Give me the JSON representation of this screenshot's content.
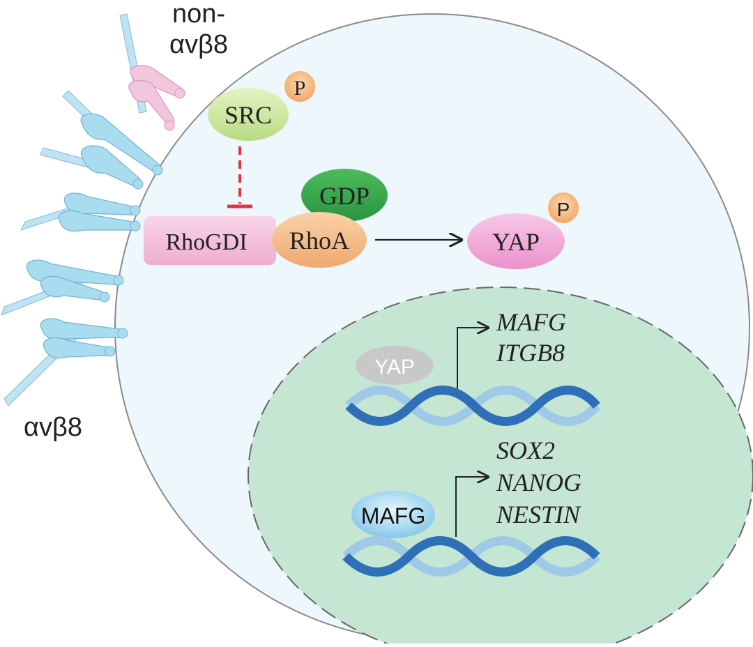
{
  "labels": {
    "non_avb8_line1": "non-",
    "non_avb8_line2": "αvβ8",
    "avb8": "αvβ8"
  },
  "proteins": {
    "src": "SRC",
    "src_p": "P",
    "gdp": "GDP",
    "rhogdi": "RhoGDI",
    "rhoa": "RhoA",
    "yap": "YAP",
    "yap_p": "P",
    "yap_nuclear": "YAP",
    "mafg_nuclear": "MAFG"
  },
  "genes": {
    "yap_targets": [
      "MAFG",
      "ITGB8"
    ],
    "mafg_targets": [
      "SOX2",
      "NANOG",
      "NESTIN"
    ]
  },
  "colors": {
    "cell_fill": "#eef7fb",
    "cell_stroke": "#8a8a8a",
    "nucleus_fill": "#c5e6d2",
    "src_fill": "#cfe8a4",
    "p_fill": "#f7c28e",
    "gdp_fill": "#3aaa4e",
    "rhogdi_fill": "#f4c2dd",
    "rhoa_fill": "#f7bf8a",
    "yap_fill": "#f2aedb",
    "yap_nuclear_fill": "#c8c8c8",
    "mafg_nuclear_fill": "#9fd6f0",
    "integrin_blue": "#a9dcef",
    "integrin_pink": "#f2c6dc",
    "inhibition_red": "#e8313c",
    "dna_dark": "#2f6fb8",
    "dna_light": "#9fc9e6"
  }
}
